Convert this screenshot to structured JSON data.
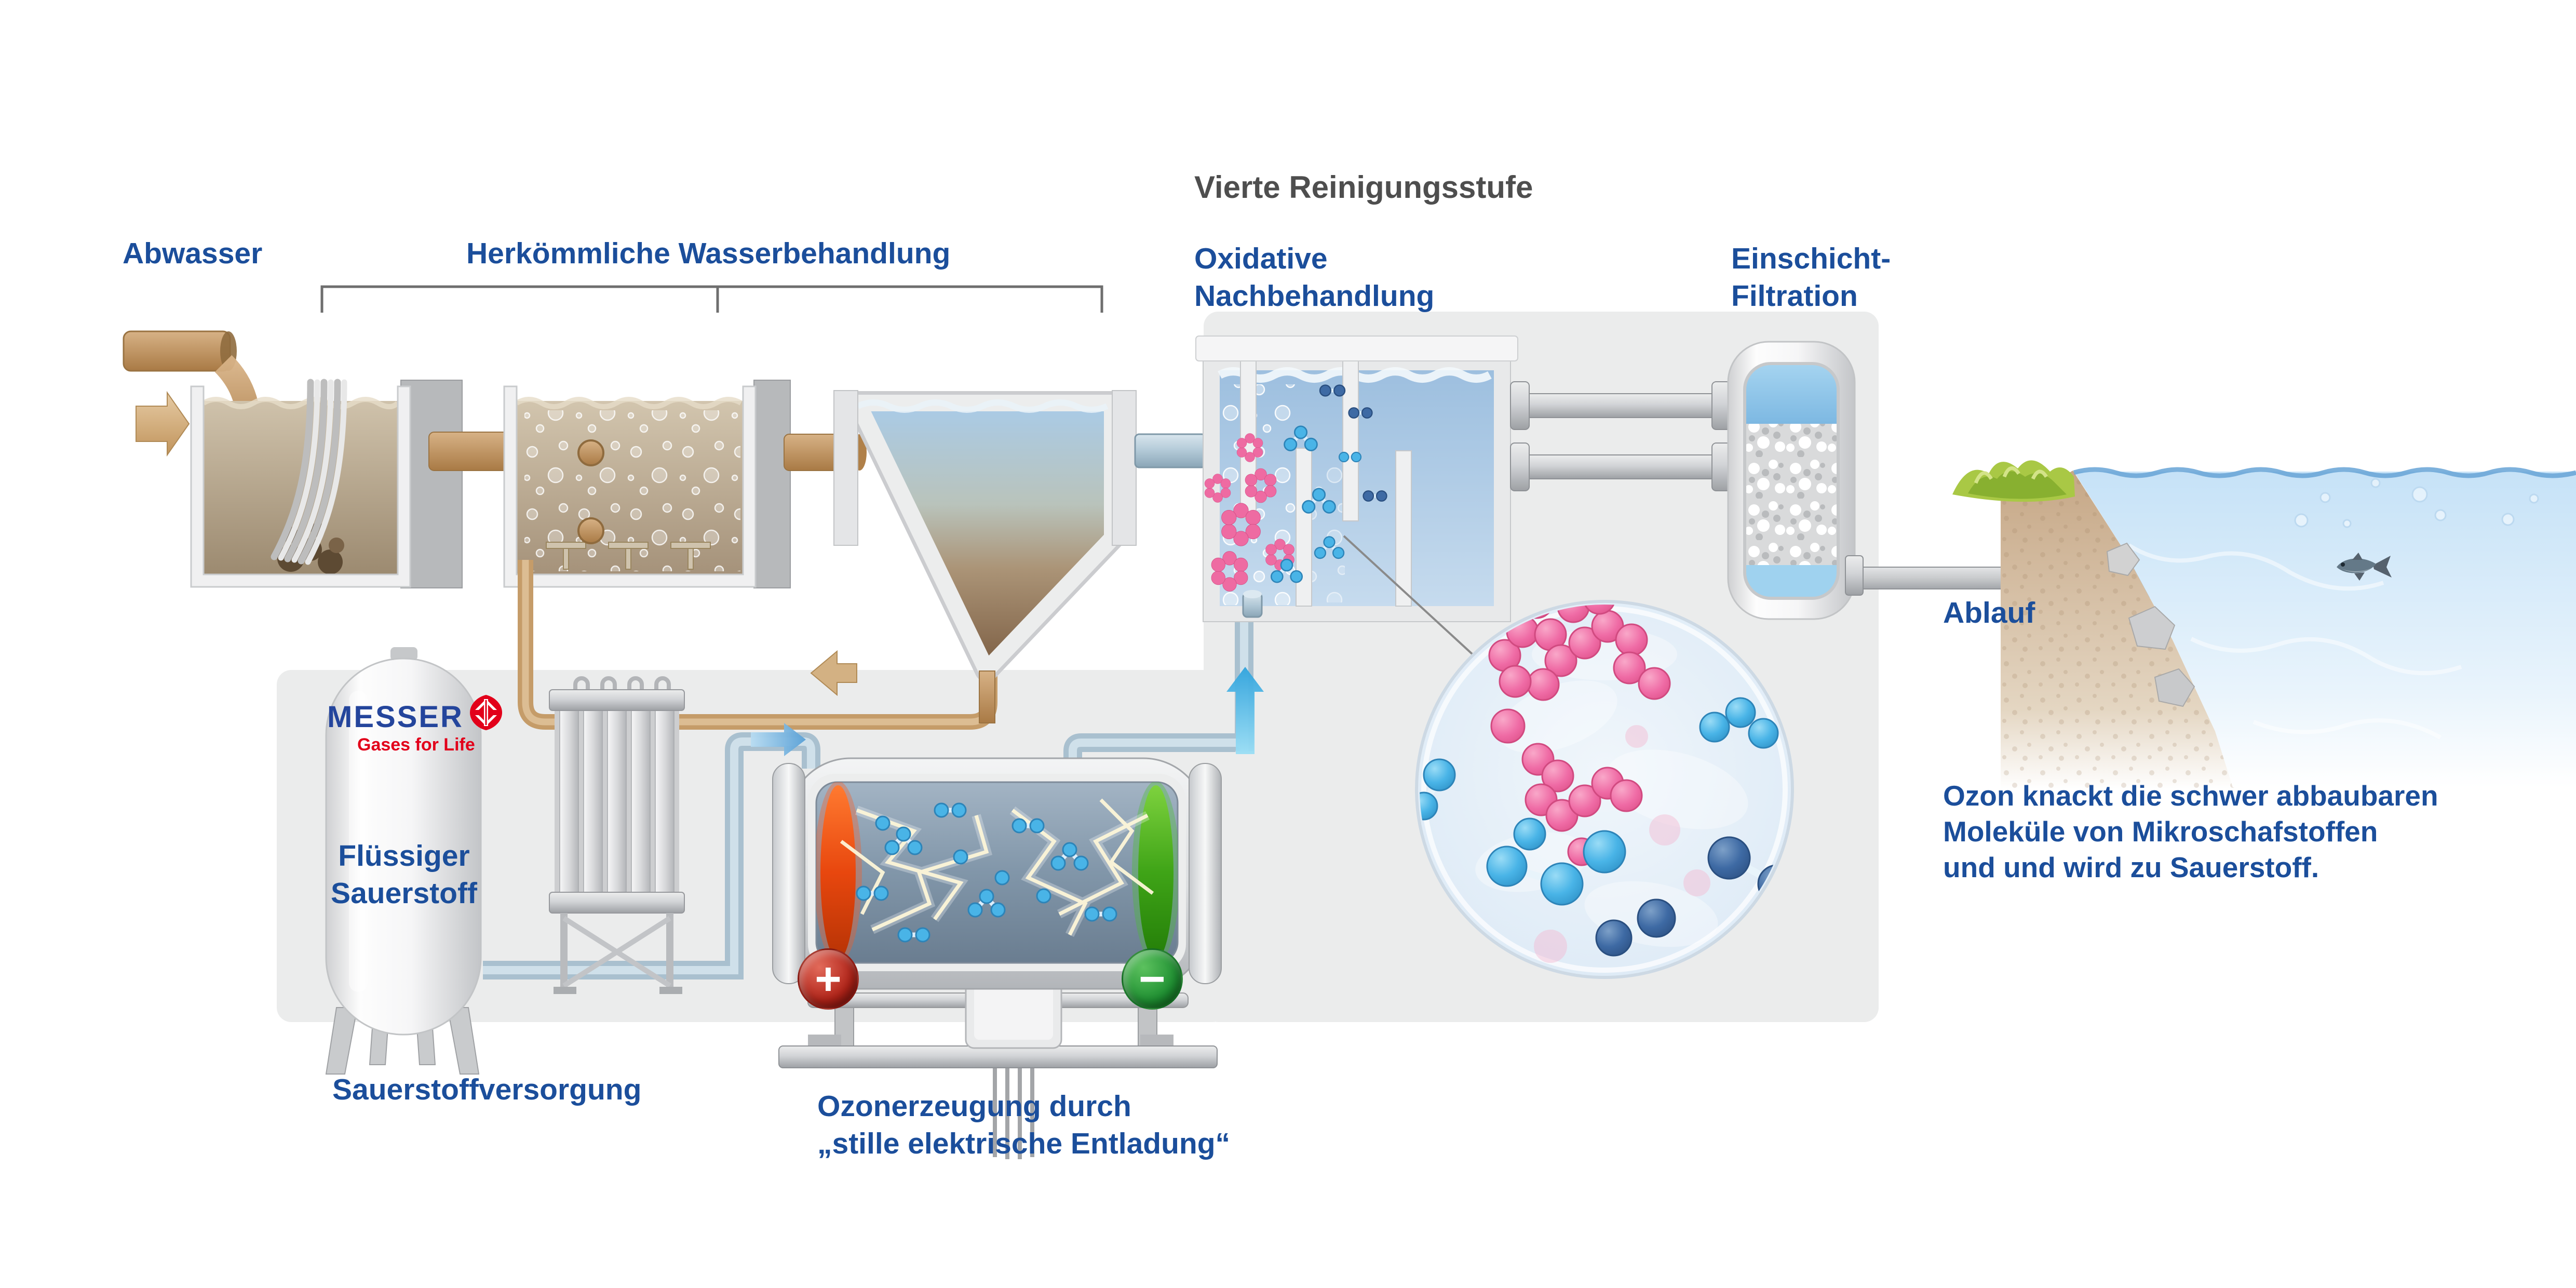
{
  "colors": {
    "label_blue": "#1b4e9b",
    "title_gray": "#4e4e4e",
    "panel_gray": "#ebecec",
    "messer_blue": "#24459c",
    "messer_red": "#e2001a",
    "plus_red": "#b02318",
    "minus_green": "#1f9032",
    "pipe_tan": "#c79d6e",
    "water_blue": "#a6c6e4",
    "molecule_pink": "#ee6ba2",
    "molecule_cyan": "#49b4e7"
  },
  "labels": {
    "abwasser": "Abwasser",
    "conventional": "Herkömmliche Wasserbehandlung",
    "stage4_title": "Vierte Reinigungsstufe",
    "oxidative_line1": "Oxidative",
    "oxidative_line2": "Nachbehandlung",
    "filtration_line1": "Einschicht-",
    "filtration_line2": "Filtration",
    "ablauf": "Ablauf",
    "tank_line1": "Flüssiger",
    "tank_line2": "Sauerstoff",
    "logo": "MESSER",
    "logo_sub": "Gases for Life",
    "oxygen_supply": "Sauerstoffversorgung",
    "ozone_gen_line1": "Ozonerzeugung durch",
    "ozone_gen_line2": "„stille elektrische Entladung“",
    "note_line1": "Ozon knackt die schwer abbaubaren",
    "note_line2": "Moleküle von Mikroschafstoffen",
    "note_line3": "und und wird zu Sauerstoff.",
    "plus": "+",
    "minus": "−"
  }
}
